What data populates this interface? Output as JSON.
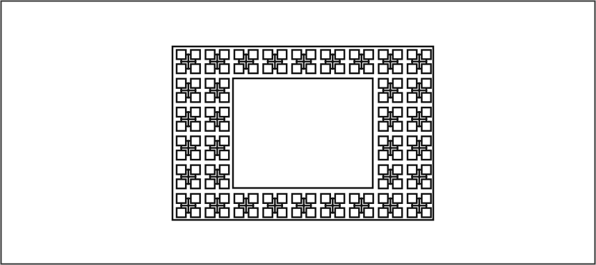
{
  "diagram": {
    "type": "ornamental-border",
    "motif_icon": "pinwheel-knot-motif",
    "layout": {
      "columns": 9,
      "rows": 6,
      "border_thickness_cells": 2,
      "top_row_full": true,
      "bottom_row_full": true
    },
    "colors": {
      "background": "#ffffff",
      "ink": "#111111",
      "outer_border": "#333333"
    }
  }
}
